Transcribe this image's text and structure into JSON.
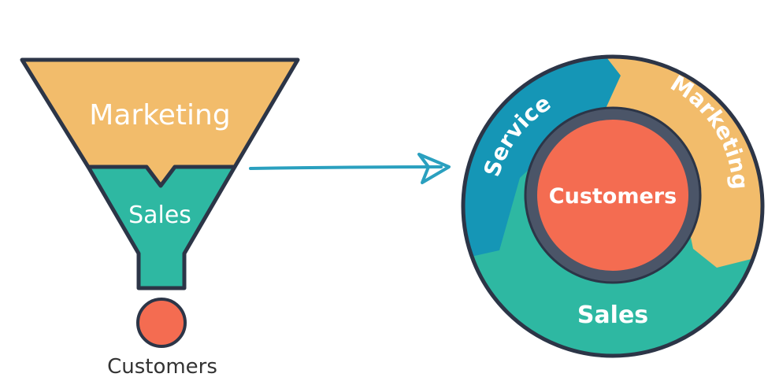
{
  "funnel": {
    "top_label": "Marketing",
    "middle_label": "Sales",
    "bottom_label": "Customers"
  },
  "flywheel": {
    "center_label": "Customers",
    "segments": {
      "service": "Service",
      "marketing": "Marketing",
      "sales": "Sales"
    }
  },
  "colors": {
    "marketing": "#f2bc6b",
    "sales": "#2eb8a2",
    "service": "#1596b6",
    "customers": "#f46c51",
    "outline": "#2c3547",
    "ring": "#4b5568",
    "arrow": "#2aa0bf",
    "text_dark": "#333333",
    "text_light": "#ffffff"
  }
}
